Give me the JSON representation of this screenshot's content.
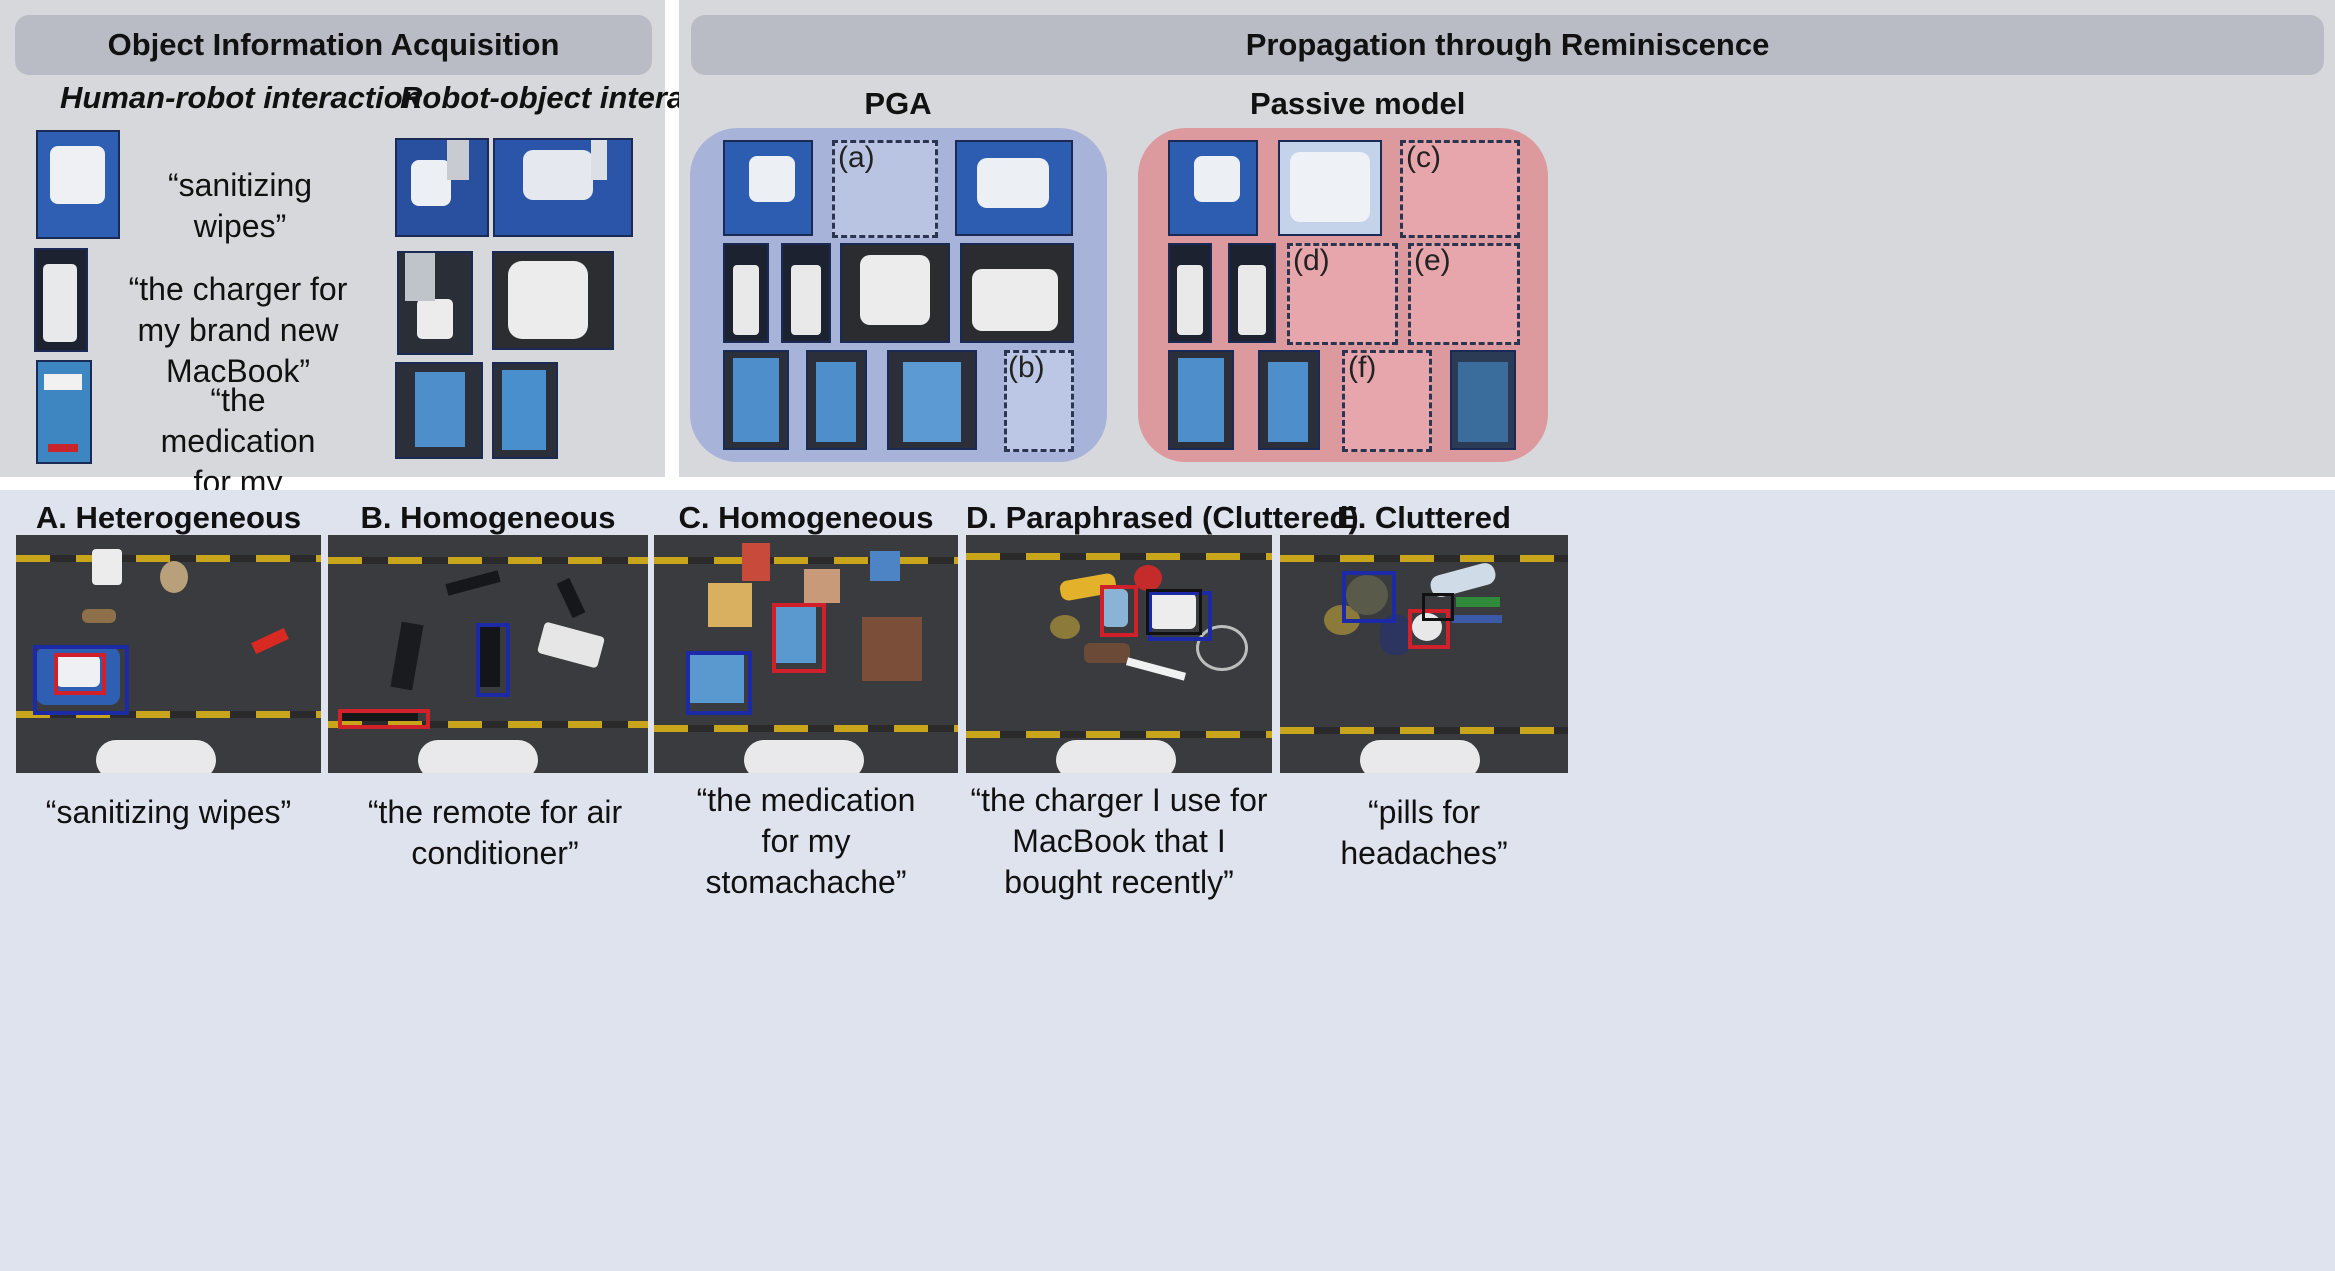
{
  "left_panel": {
    "header": "Object Information Acquisition",
    "sub_left": "Human-robot interaction",
    "sub_right": "Robot-object interaction",
    "quotes": [
      "“sanitizing wipes”",
      "“the charger for my brand new MacBook”",
      "“the medication for my stomachache”"
    ]
  },
  "right_panel": {
    "header": "Propagation through Reminiscence",
    "pga_title": "PGA",
    "passive_title": "Passive model",
    "tags": [
      "(a)",
      "(b)",
      "(c)",
      "(d)",
      "(e)",
      "(f)"
    ]
  },
  "scenes": [
    {
      "title": "A. Heterogeneous",
      "caption": "“sanitizing wipes”"
    },
    {
      "title": "B. Homogeneous",
      "caption": "“the remote for air conditioner”"
    },
    {
      "title": "C. Homogeneous",
      "caption": "“the medication for my stomachache”"
    },
    {
      "title": "D. Paraphrased (Cluttered)",
      "caption": "“the charger I use for MacBook that I bought recently”"
    },
    {
      "title": "E. Cluttered",
      "caption": "“pills for headaches”"
    }
  ],
  "colors": {
    "panel_gray": "#d7d8dc",
    "pga_blue": "#a7b3d8",
    "passive_red": "#dd9a9e",
    "bbox_red": "#d0202a",
    "bbox_blue": "#1d2aa8"
  }
}
